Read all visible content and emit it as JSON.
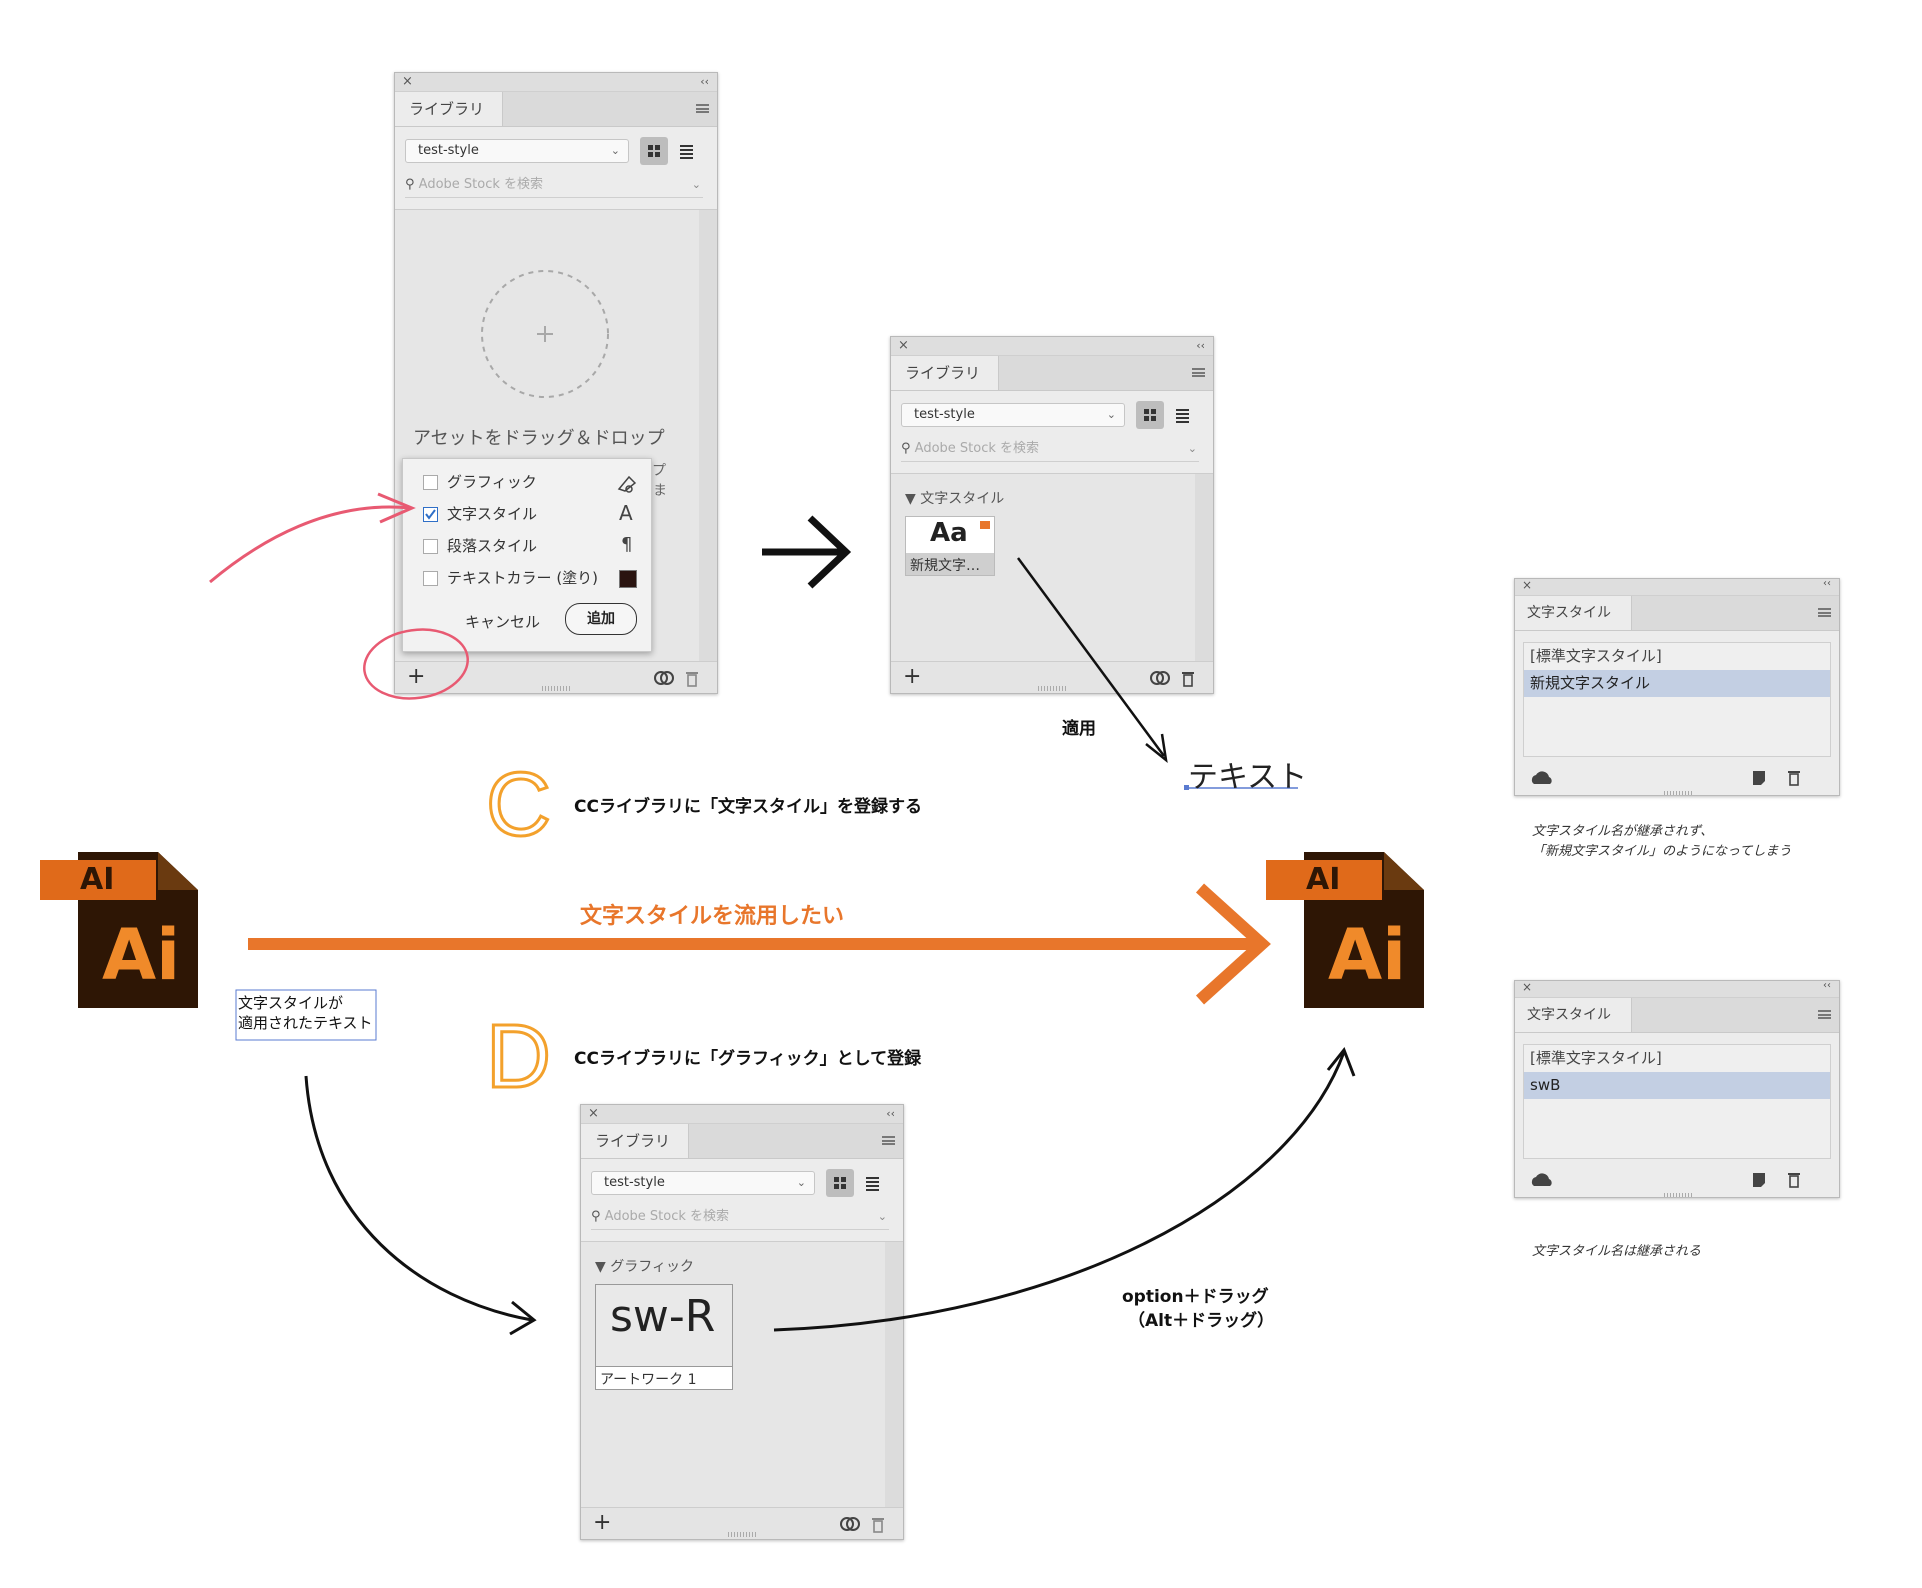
{
  "panels": {
    "lib_add": {
      "tab": "ライブラリ",
      "library": "test-style",
      "search_placeholder": "Adobe Stock を検索",
      "dropzone_text": "アセットをドラッグ＆ドロップ",
      "dropzone_peek1": "プ",
      "dropzone_peek2": "ま",
      "popup": {
        "items": [
          {
            "label": "グラフィック",
            "checked": false,
            "icon": "graphic-icon"
          },
          {
            "label": "文字スタイル",
            "checked": true,
            "icon": "character-style-icon"
          },
          {
            "label": "段落スタイル",
            "checked": false,
            "icon": "paragraph-icon"
          },
          {
            "label": "テキストカラー (塗り)",
            "checked": false,
            "icon": "color-swatch-icon"
          }
        ],
        "cancel": "キャンセル",
        "add": "追加"
      }
    },
    "lib_charstyle": {
      "tab": "ライブラリ",
      "library": "test-style",
      "search_placeholder": "Adobe Stock を検索",
      "section": "文字スタイル",
      "thumb_text": "Aa",
      "item_label": "新規文字…"
    },
    "lib_graphic": {
      "tab": "ライブラリ",
      "library": "test-style",
      "search_placeholder": "Adobe Stock を検索",
      "section": "グラフィック",
      "thumb_text": "sw-R",
      "item_label": "アートワーク 1"
    },
    "cs_top": {
      "tab": "文字スタイル",
      "rows": [
        "[標準文字スタイル]",
        "新規文字スタイル"
      ]
    },
    "cs_bottom": {
      "tab": "文字スタイル",
      "rows": [
        "[標準文字スタイル]",
        "swB"
      ]
    }
  },
  "annotations": {
    "apply": "適用",
    "sample_text": "テキスト",
    "step_c_letter": "C",
    "step_c": "CCライブラリに「文字スタイル」を登録する",
    "step_d_letter": "D",
    "step_d": "CCライブラリに「グラフィック」として登録",
    "main_goal": "文字スタイルを流用したい",
    "drag_line1": "option＋ドラッグ",
    "drag_line2": "（Alt＋ドラッグ）",
    "source_text_line1": "文字スタイルが",
    "source_text_line2": "適用されたテキスト",
    "note_top_line1": "文字スタイル名が継承されず、",
    "note_top_line2": "「新規文字スタイル」のようになってしまう",
    "note_bottom": "文字スタイル名は継承される"
  },
  "ai_icon": {
    "tag": "AI",
    "logo": "Ai",
    "colors": {
      "dark": "#2e1605",
      "orange": "#e06a1a",
      "logo_text": "#f08a2a"
    }
  },
  "colors": {
    "orange": "#e8762b",
    "step_letter": "#f3a12c",
    "pink": "#e85a72",
    "selection": "#c3cfe3"
  }
}
